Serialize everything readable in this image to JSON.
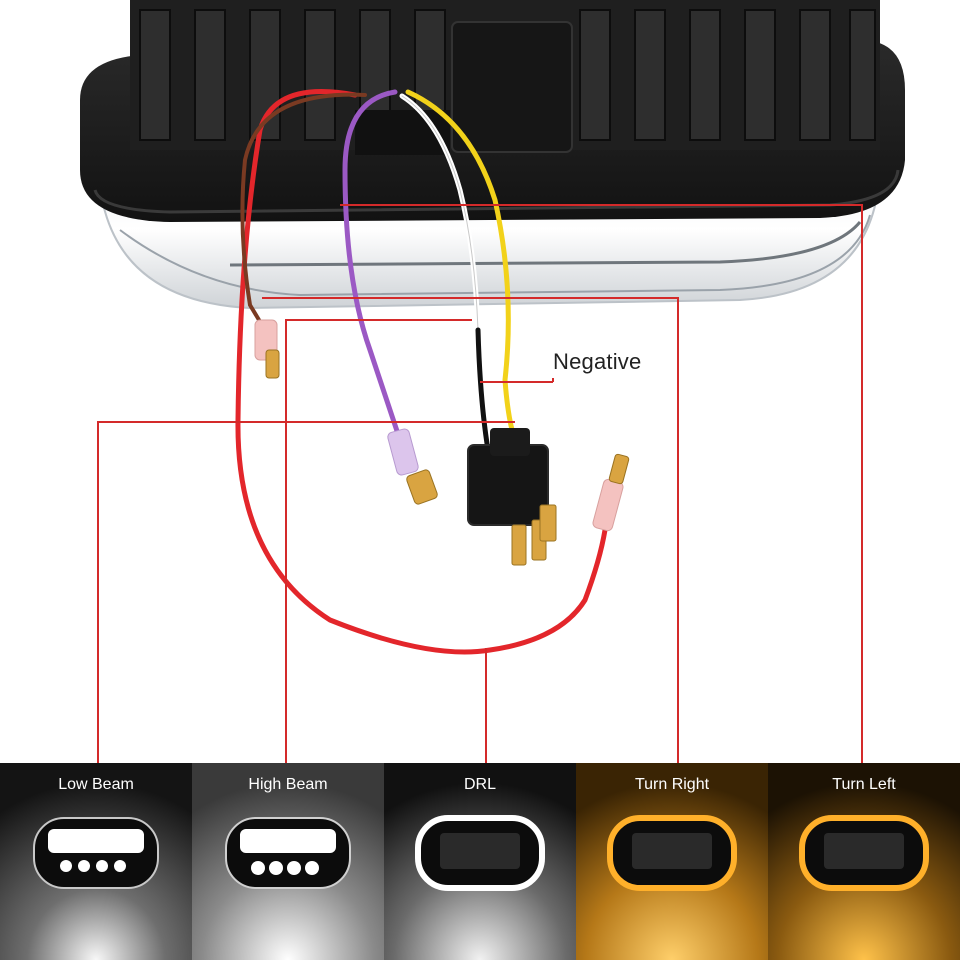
{
  "annotation": {
    "negative_label": "Negative"
  },
  "modes": [
    {
      "label": "Low Beam",
      "accent": "#ffffff"
    },
    {
      "label": "High Beam",
      "accent": "#ffffff"
    },
    {
      "label": "DRL",
      "accent": "#ffffff"
    },
    {
      "label": "Turn Right",
      "accent": "#ffb02a"
    },
    {
      "label": "Turn Left",
      "accent": "#ffb02a"
    }
  ],
  "colors": {
    "wire_red": "#e3262b",
    "wire_purple": "#9b59c4",
    "wire_white": "#ffffff",
    "wire_yellow": "#f2d21a",
    "wire_black": "#111111",
    "leader_line": "#d42a2a",
    "housing": "#1c1c1c",
    "amber": "#ffb02a"
  }
}
